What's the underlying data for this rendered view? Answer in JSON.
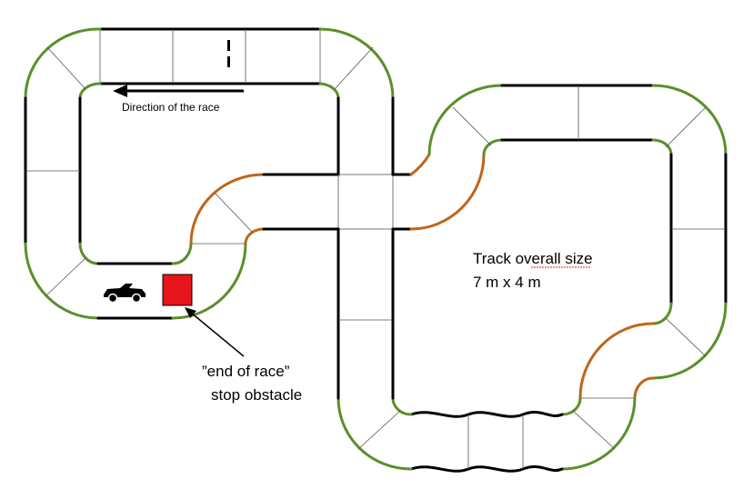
{
  "labels": {
    "direction": "Direction of the race",
    "track_size_line1": "Track overall size",
    "track_size_line2": "7 m x 4 m",
    "end_line1": "”end of race”",
    "end_line2": "stop obstacle"
  },
  "colors": {
    "straight": "#000000",
    "curve_90": "#5b8f2a",
    "curve_45": "#c0651a",
    "obstacle": "#e8141b",
    "car": "#000000",
    "joint_lines": "#555555"
  },
  "legend_icons": {
    "car": "car-icon",
    "obstacle": "stop-obstacle-icon",
    "arrow": "direction-arrow-icon"
  }
}
